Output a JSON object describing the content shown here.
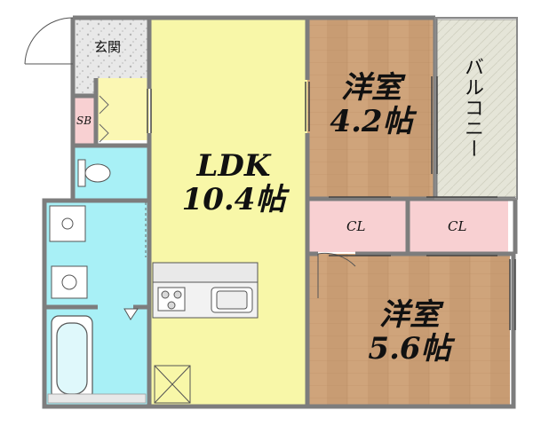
{
  "rooms": {
    "ldk": {
      "name": "LDK",
      "size": "10.4帖"
    },
    "western1": {
      "name": "洋室",
      "size": "4.2帖"
    },
    "western2": {
      "name": "洋室",
      "size": "5.6帖"
    },
    "closet1": {
      "name": "CL"
    },
    "closet2": {
      "name": "CL"
    },
    "balcony": {
      "name": "バルコニー"
    },
    "entrance": {
      "name": "玄関"
    },
    "shoebox": {
      "name": "SB"
    }
  },
  "colors": {
    "wall": "#7d7d7d",
    "ldk_floor": "#f8f7a8",
    "wood_floor": "#c9a07a",
    "wet_area": "#a8f0f6",
    "closet": "#f8d0d2",
    "balcony": "#e3e3d6",
    "entrance_tile": "#e6e6e6",
    "corridor": "#fbf7b3"
  }
}
